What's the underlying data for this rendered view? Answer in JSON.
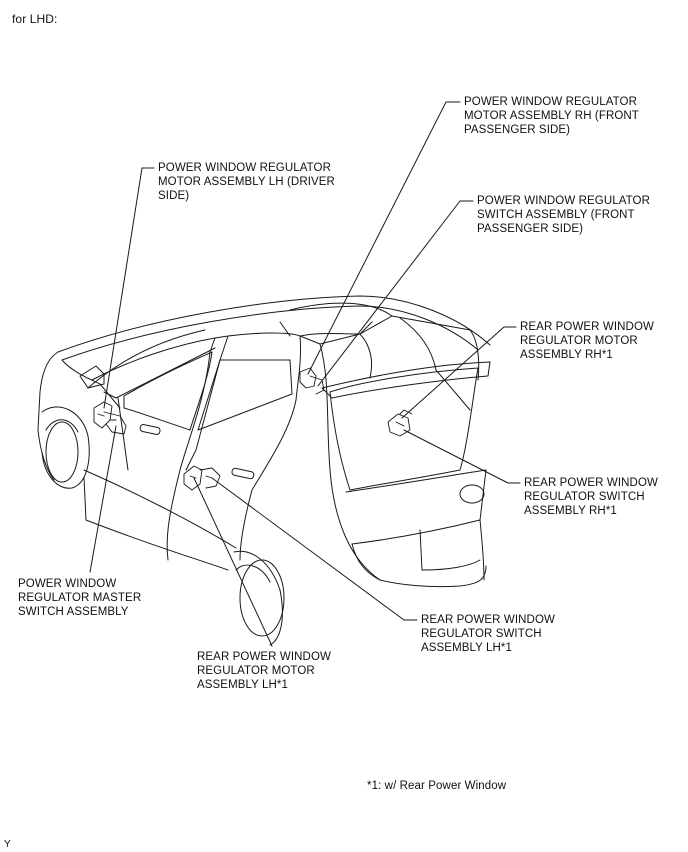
{
  "header": "for LHD:",
  "footnote": "*1: w/ Rear Power Window",
  "corner_mark": "Y",
  "labels": {
    "motor_rh_front": [
      "POWER WINDOW REGULATOR",
      "MOTOR ASSEMBLY RH (FRONT",
      "PASSENGER SIDE)"
    ],
    "switch_front_passenger": [
      "POWER WINDOW REGULATOR",
      "SWITCH ASSEMBLY (FRONT",
      "PASSENGER SIDE)"
    ],
    "motor_lh_driver": [
      "POWER WINDOW REGULATOR",
      "MOTOR ASSEMBLY LH (DRIVER",
      "SIDE)"
    ],
    "rear_motor_rh": [
      "REAR POWER WINDOW",
      "REGULATOR MOTOR",
      "ASSEMBLY RH*1"
    ],
    "rear_switch_rh": [
      "REAR POWER WINDOW",
      "REGULATOR SWITCH",
      "ASSEMBLY RH*1"
    ],
    "master_switch": [
      "POWER WINDOW",
      "REGULATOR MASTER",
      "SWITCH ASSEMBLY"
    ],
    "rear_switch_lh": [
      "REAR POWER WINDOW",
      "REGULATOR SWITCH",
      "ASSEMBLY LH*1"
    ],
    "rear_motor_lh": [
      "REAR POWER WINDOW",
      "REGULATOR MOTOR",
      "ASSEMBLY LH*1"
    ]
  }
}
